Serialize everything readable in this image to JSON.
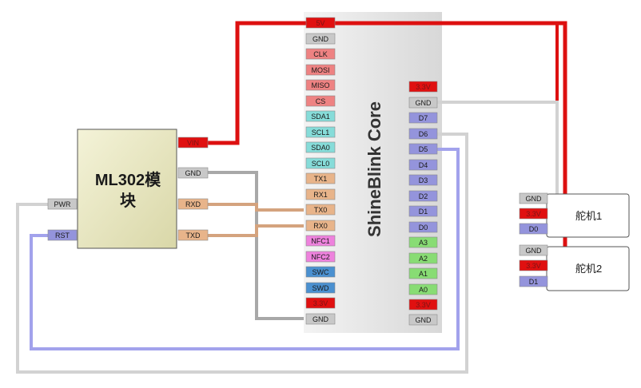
{
  "board": {
    "title": "ShineBlink Core",
    "left_pins": [
      "5V",
      "GND",
      "CLK",
      "MOSI",
      "MISO",
      "CS",
      "SDA1",
      "SCL1",
      "SDA0",
      "SCL0",
      "TX1",
      "RX1",
      "TX0",
      "RX0",
      "NFC1",
      "NFC2",
      "SWC",
      "SWD",
      "3.3V",
      "GND"
    ],
    "right_pins": [
      "3.3V",
      "GND",
      "D7",
      "D6",
      "D5",
      "D4",
      "D3",
      "D2",
      "D1",
      "D0",
      "A3",
      "A2",
      "A1",
      "A0",
      "3.3V",
      "GND"
    ]
  },
  "module": {
    "title_line1": "ML302模",
    "title_line2": "块",
    "right_pins": [
      "VIN",
      "GND",
      "RXD",
      "TXD"
    ],
    "left_pins": [
      "PWR",
      "RST"
    ]
  },
  "servo1": {
    "label": "舵机1",
    "pins": [
      "GND",
      "3.3V",
      "D0"
    ]
  },
  "servo2": {
    "label": "舵机2",
    "pins": [
      "GND",
      "3.3V",
      "D1"
    ]
  },
  "colors": {
    "power": "#e01010",
    "ground": "#c8c8c8",
    "clk": "#ee8282",
    "i2c": "#86dcd9",
    "uart": "#e8b48a",
    "nfc": "#ee82dd",
    "swd": "#4a90d0",
    "digital": "#9494dc",
    "analog": "#88dc74",
    "wire_red": "#dd1010",
    "wire_gray": "#a8a8a8",
    "wire_lightgray": "#d2d2d2",
    "wire_uart": "#d4a37e",
    "wire_blue": "#a2a2ec",
    "module_fill": "#ecebc8"
  }
}
